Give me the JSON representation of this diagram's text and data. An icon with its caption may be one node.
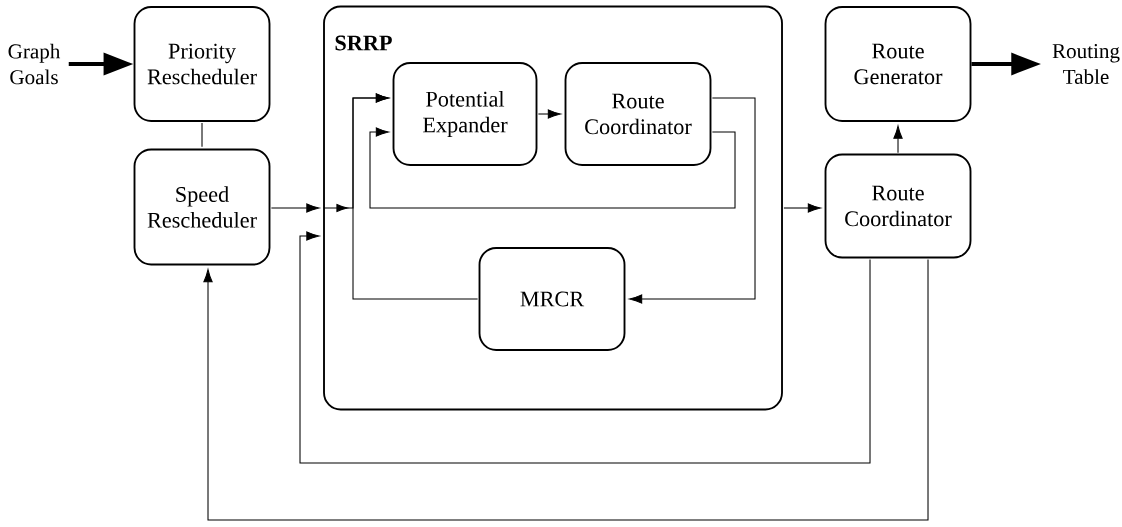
{
  "diagram": {
    "nodes": [
      {
        "text": [
          "Graph Goals"
        ]
      },
      {
        "text": [
          "Priority Rescheduler"
        ]
      },
      {
        "text": [
          "Speed Rescheduler"
        ]
      },
      {
        "text": [
          "SRRP"
        ]
      },
      {
        "text": [
          "Potential Expander"
        ],
        "in": 3
      },
      {
        "text": [
          "Route Coordinator"
        ],
        "in": 3
      },
      {
        "text": [
          "MRCR"
        ],
        "in": 3
      },
      {
        "text": [
          "Route Generator"
        ]
      },
      {
        "text": [
          "Route Coordinator"
        ]
      },
      {
        "text": [
          "Routing Table"
        ]
      }
    ],
    "edges": [
      {
        "from": 0,
        "to": 1,
        "arrow": "to",
        "style": "thick"
      },
      {
        "from": 1,
        "to": 2,
        "arrow": "none"
      },
      {
        "from": 2,
        "to": 3,
        "arrow": "to"
      },
      {
        "from": 3,
        "to": 4,
        "arrow": "to"
      },
      {
        "from": 6,
        "to": 4,
        "arrow": "to"
      },
      {
        "from": 4,
        "to": 5,
        "arrow": "to"
      },
      {
        "from": 5,
        "to": 4,
        "arrow": "to"
      },
      {
        "from": 5,
        "to": 6,
        "arrow": "to"
      },
      {
        "from": 3,
        "to": 8,
        "arrow": "to"
      },
      {
        "from": 8,
        "to": 7,
        "arrow": "to"
      },
      {
        "from": 7,
        "to": 9,
        "arrow": "to",
        "style": "thick"
      },
      {
        "from": 8,
        "to": 3,
        "arrow": "to"
      },
      {
        "from": 8,
        "to": 2,
        "arrow": "to"
      }
    ]
  }
}
